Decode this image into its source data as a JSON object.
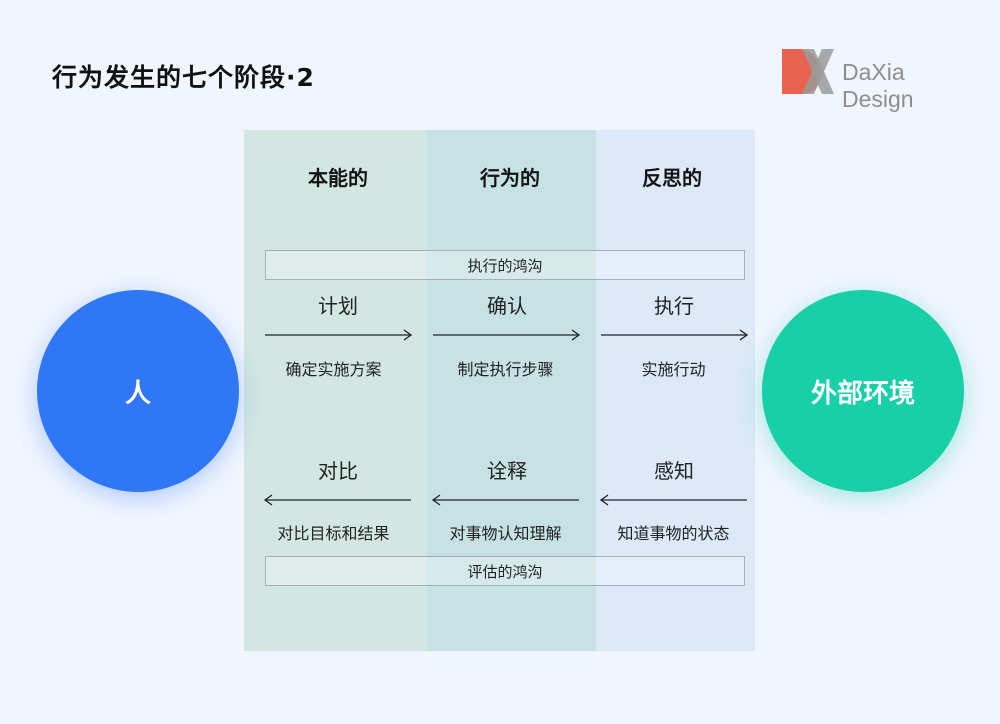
{
  "title": "行为发生的七个阶段·2",
  "logo": {
    "text": "DaXia Design",
    "colors": {
      "d": "#e85948",
      "x": "#9a9a9a"
    }
  },
  "columns": [
    {
      "label": "本能的",
      "color": "#d3e7e2"
    },
    {
      "label": "行为的",
      "color": "#c7e2e4"
    },
    {
      "label": "反思的",
      "color": "#dbe9f8"
    }
  ],
  "gulf_execution": "执行的鸿沟",
  "gulf_evaluation": "评估的鸿沟",
  "execution_steps": [
    {
      "step": "计划",
      "desc": "确定实施方案"
    },
    {
      "step": "确认",
      "desc": "制定执行步骤"
    },
    {
      "step": "执行",
      "desc": "实施行动"
    }
  ],
  "evaluation_steps": [
    {
      "step": "对比",
      "desc": "对比目标和结果"
    },
    {
      "step": "诠释",
      "desc": "对事物认知理解"
    },
    {
      "step": "感知",
      "desc": "知道事物的状态"
    }
  ],
  "person": {
    "label": "人",
    "color": "#3077f6"
  },
  "environment": {
    "label": "外部环境",
    "color": "#17cfa8"
  }
}
